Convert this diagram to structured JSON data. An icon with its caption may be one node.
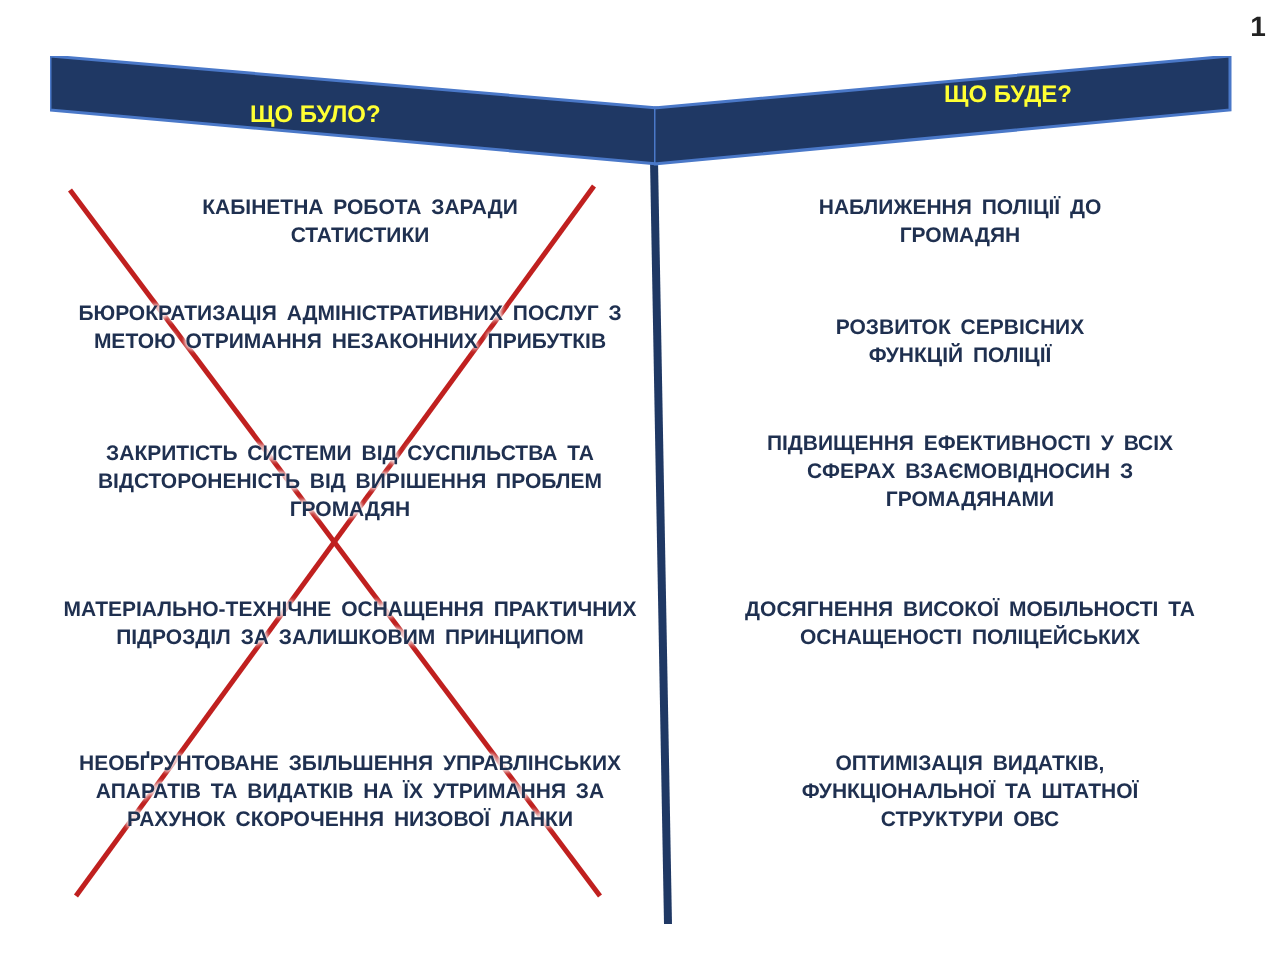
{
  "diagram": {
    "nodes": [
      {
        "text": [
          "ЩО БУЛО?"
        ]
      },
      {
        "text": [
          "ЩО БУДЕ?"
        ]
      }
    ],
    "labels": [
      "1",
      "КАБІНЕТНА РОБОТА ЗАРАДИ СТАТИСТИКИ",
      "БЮРОКРАТИЗАЦІЯ АДМІНІСТРАТИВНИХ ПОСЛУГ З МЕТОЮ ОТРИМАННЯ НЕЗАКОННИХ ПРИБУТКІВ",
      "ЗАКРИТІСТЬ СИСТЕМИ ВІД СУСПІЛЬСТВА ТА ВІДСТОРОНЕНІСТЬ ВІД ВИРІШЕННЯ ПРОБЛЕМ ГРОМАДЯН",
      "МАТЕРІАЛЬНО-ТЕХНІЧНЕ ОСНАЩЕННЯ ПРАКТИЧНИХ ПІДРОЗДІЛ ЗА ЗАЛИШКОВИМ ПРИНЦИПОМ",
      "НЕОБҐРУНТОВАНЕ ЗБІЛЬШЕННЯ УПРАВЛІНСЬКИХ АПАРАТІВ ТА ВИДАТКІВ НА ЇХ УТРИМАННЯ ЗА РАХУНОК СКОРОЧЕННЯ НИЗОВОЇ ЛАНКИ",
      "НАБЛИЖЕННЯ ПОЛІЦІЇ ДО ГРОМАДЯН",
      "РОЗВИТОК СЕРВІСНИХ ФУНКЦІЙ ПОЛІЦІЇ",
      "ПІДВИЩЕННЯ ЕФЕКТИВНОСТІ У ВСІХ СФЕРАХ ВЗАЄМОВІДНОСИН З ГРОМАДЯНАМИ",
      "ДОСЯГНЕННЯ ВИСОКОЇ МОБІЛЬНОСТІ ТА ОСНАЩЕНОСТІ ПОЛІЦЕЙСЬКИХ",
      "ОПТИМІЗАЦІЯ ВИДАТКІВ, ФУНКЦІОНАЛЬНОЇ ТА ШТАТНОЇ СТРУКТУРИ ОВС"
    ]
  }
}
